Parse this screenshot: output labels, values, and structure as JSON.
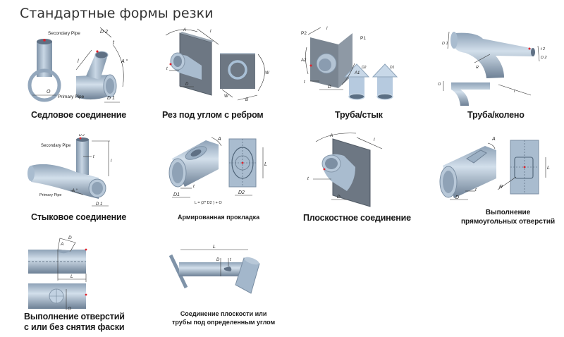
{
  "header": {
    "title": "Стандартные формы резки"
  },
  "colors": {
    "pipe_light": "#c6d5e4",
    "pipe_mid": "#9fb2c6",
    "pipe_dark": "#6f8296",
    "plate": "#6b7580",
    "plate_dark": "#4f5862",
    "marker_red": "#e0202a",
    "dim_line": "#333333"
  },
  "shapes": [
    {
      "id": "saddle",
      "caption": "Седловое соединение",
      "labels": {
        "secondary": "Secondary Pipe",
        "primary": "Primary Pipe",
        "d2": "D 2",
        "t": "t",
        "a": "A °",
        "l": "l",
        "o": "O",
        "d1": "D 1"
      }
    },
    {
      "id": "angle-cut-rib",
      "caption": "Рез под углом с ребром",
      "labels": {
        "a": "A",
        "l": "l",
        "t": "t",
        "d": "D",
        "w": "W",
        "b": "B",
        "w2": "W"
      }
    },
    {
      "id": "pipe-joint",
      "caption": "Труба/стык",
      "labels": {
        "p2": "P2",
        "p1": "P1",
        "l": "l",
        "a2": "A2",
        "a1": "A1",
        "t": "t",
        "d": "D",
        "d2": "D2",
        "d1": "D1"
      }
    },
    {
      "id": "pipe-elbow",
      "caption": "Труба/колено",
      "labels": {
        "d1": "D 1",
        "t2": "t 2",
        "d2": "D 2",
        "r": "R",
        "l": "l",
        "o": "O"
      }
    },
    {
      "id": "butt-joint",
      "caption": "Стыковое соединение",
      "labels": {
        "secondary": "Secondary Pipe",
        "primary": "Primary Pipe",
        "d2": "D 2",
        "t": "t",
        "l": "l",
        "a": "A °",
        "d1": "D 1"
      }
    },
    {
      "id": "reinforced-pad",
      "caption": "Армированная прокладка",
      "labels": {
        "a": "A",
        "l": "L",
        "t": "t",
        "d1": "D1",
        "d2": "D2",
        "formula": "L = (2* D2 ) + O"
      }
    },
    {
      "id": "plane-joint",
      "caption": "Плоскостное соединение",
      "labels": {
        "a": "A",
        "l": "l",
        "t": "t",
        "d": "D"
      }
    },
    {
      "id": "rect-holes",
      "caption_lines": [
        "Выполнение",
        "прямоугольных отверстий"
      ],
      "labels": {
        "a": "A",
        "l": "L",
        "t": "t",
        "d": "D",
        "r": "R"
      }
    },
    {
      "id": "holes-chamfer",
      "caption_lines": [
        "Выполнение отверстий",
        "с или без снятия фаски"
      ],
      "labels": {
        "d": "D",
        "a": "A",
        "l": "L",
        "o": "O"
      }
    },
    {
      "id": "plane-angle-joint",
      "caption_lines": [
        "Соединение плоскости или",
        "трубы под определенным углом"
      ],
      "labels": {
        "l": "L",
        "d": "D",
        "t": "t"
      }
    }
  ]
}
